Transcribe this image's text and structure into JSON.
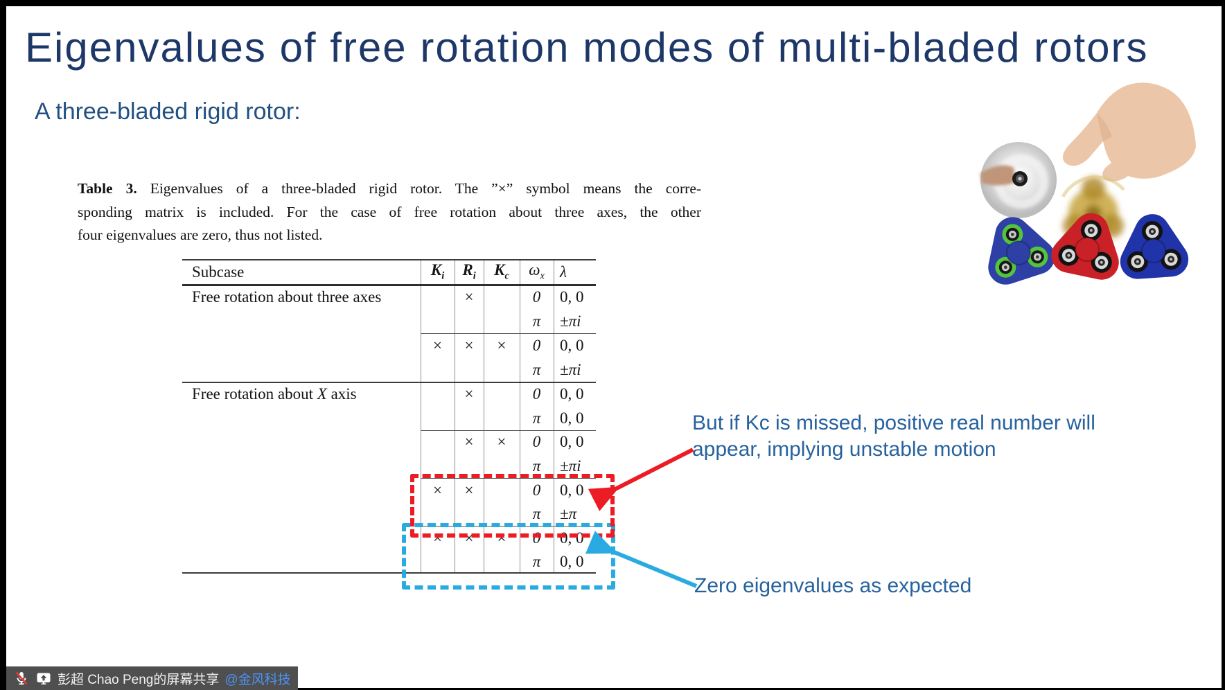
{
  "colors": {
    "title": "#1d3868",
    "subtitle": "#215081",
    "annotation": "#27629e",
    "highlight_red": "#ec1c24",
    "highlight_blue": "#29abe2",
    "share_bar_bg": "#4f4f4f",
    "share_link": "#4b94f5",
    "mic_muted_red": "#e23b2e"
  },
  "slide": {
    "title": "Eigenvalues of free rotation modes of multi-bladed rotors",
    "subtitle": "A three-bladed rigid rotor:"
  },
  "caption": {
    "label": "Table 3.",
    "lines": [
      "Eigenvalues of a three-bladed rigid rotor. The ”×” symbol means the corre-",
      "sponding matrix is included. For the case of free rotation about three axes, the other",
      "four eigenvalues are zero, thus not listed."
    ]
  },
  "table": {
    "headers": {
      "subcase": "Subcase",
      "ki": {
        "base": "K",
        "sub": "i"
      },
      "ri": {
        "base": "R",
        "sub": "i"
      },
      "kc": {
        "base": "K",
        "sub": "c"
      },
      "omega": {
        "base": "ω",
        "sub": "x"
      },
      "lambda": "λ"
    },
    "rows": [
      {
        "label": "Free rotation about three axes",
        "label_var": "",
        "label_end": "",
        "ki": "",
        "ri": "×",
        "kc": "",
        "sub": [
          {
            "wx": "0",
            "lambda": "0, 0"
          },
          {
            "wx": "π",
            "lambda": "±πi"
          }
        ]
      },
      {
        "label": "",
        "label_var": "",
        "label_end": "",
        "ki": "×",
        "ri": "×",
        "kc": "×",
        "sub": [
          {
            "wx": "0",
            "lambda": "0, 0"
          },
          {
            "wx": "π",
            "lambda": "±πi"
          }
        ]
      },
      {
        "label": "Free rotation about ",
        "label_var": "X",
        "label_end": " axis",
        "ki": "",
        "ri": "×",
        "kc": "",
        "sub": [
          {
            "wx": "0",
            "lambda": "0, 0"
          },
          {
            "wx": "π",
            "lambda": "0, 0"
          }
        ]
      },
      {
        "label": "",
        "label_var": "",
        "label_end": "",
        "ki": "",
        "ri": "×",
        "kc": "×",
        "sub": [
          {
            "wx": "0",
            "lambda": "0, 0"
          },
          {
            "wx": "π",
            "lambda": "±πi"
          }
        ]
      },
      {
        "label": "",
        "label_var": "",
        "label_end": "",
        "ki": "×",
        "ri": "×",
        "kc": "",
        "sub": [
          {
            "wx": "0",
            "lambda": "0, 0"
          },
          {
            "wx": "π",
            "lambda": "±π"
          }
        ],
        "highlight": "red"
      },
      {
        "label": "",
        "label_var": "",
        "label_end": "",
        "ki": "×",
        "ri": "×",
        "kc": "×",
        "sub": [
          {
            "wx": "0",
            "lambda": "0, 0"
          },
          {
            "wx": "π",
            "lambda": "0, 0"
          }
        ],
        "highlight": "blue"
      }
    ]
  },
  "annotations": {
    "unstable_line1": "But if Kc is missed, positive real number will",
    "unstable_line2": "appear, implying unstable motion",
    "zero": "Zero eigenvalues as expected"
  },
  "share_bar": {
    "presenter_text": "彭超 Chao Peng的屏幕共享",
    "mention": "@金风科技",
    "icons": [
      "microphone-muted-icon",
      "screen-share-icon"
    ]
  }
}
